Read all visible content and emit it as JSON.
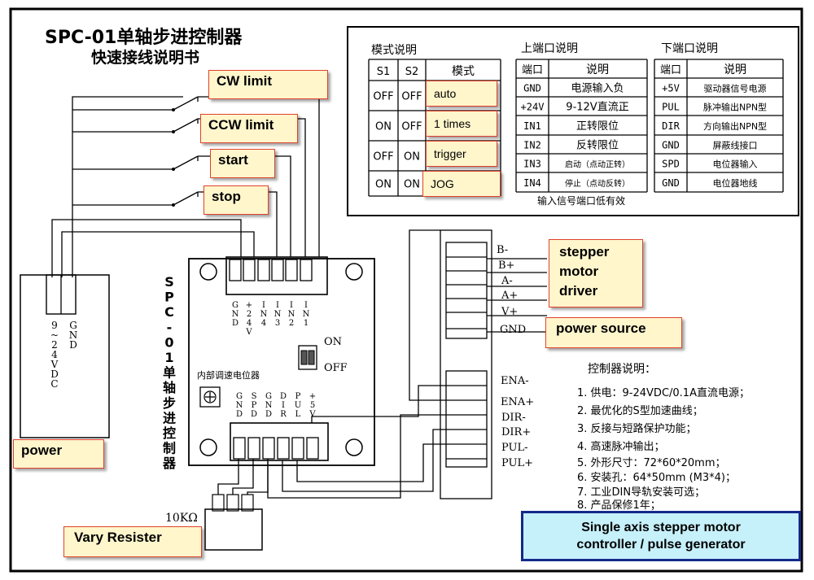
{
  "title": {
    "line1": "SPC-01单轴步进控制器",
    "line2": "快速接线说明书"
  },
  "mode_table": {
    "heading": "模式说明",
    "headers": [
      "S1",
      "S2",
      "模式"
    ],
    "rows": [
      [
        "OFF",
        "OFF"
      ],
      [
        "ON",
        "OFF"
      ],
      [
        "OFF",
        "ON"
      ],
      [
        "ON",
        "ON"
      ]
    ],
    "mode_labels": [
      "auto",
      "1 times",
      "trigger",
      "JOG"
    ]
  },
  "upper_port": {
    "heading": "上端口说明",
    "headers": [
      "端口",
      "说明"
    ],
    "rows": [
      [
        "GND",
        "电源输入负"
      ],
      [
        "+24V",
        "9-12V直流正"
      ],
      [
        "IN1",
        "正转限位"
      ],
      [
        "IN2",
        "反转限位"
      ],
      [
        "IN3",
        "启动（点动正转）"
      ],
      [
        "IN4",
        "停止（点动反转）"
      ]
    ],
    "note": "输入信号端口低有效"
  },
  "lower_port": {
    "heading": "下端口说明",
    "headers": [
      "端口",
      "说明"
    ],
    "rows": [
      [
        "+5V",
        "驱动器信号电源"
      ],
      [
        "PUL",
        "脉冲输出NPN型"
      ],
      [
        "DIR",
        "方向输出NPN型"
      ],
      [
        "GND",
        "屏蔽线接口"
      ],
      [
        "SPD",
        "电位器输入"
      ],
      [
        "GND",
        "电位器地线"
      ]
    ]
  },
  "callouts": {
    "cw_limit": "CW limit",
    "ccw_limit": "CCW limit",
    "start": "start",
    "stop": "stop",
    "power": "power",
    "stepper_driver": [
      "stepper",
      "motor",
      "driver"
    ],
    "power_source": "power source",
    "vary_resister": "Vary Resister"
  },
  "board": {
    "vertical_title": [
      "S",
      "P",
      "C",
      "-",
      "0",
      "1",
      "单",
      "轴",
      "步",
      "进",
      "控",
      "制",
      "器"
    ],
    "top_pins": [
      [
        "G",
        "N",
        "D"
      ],
      [
        "+",
        "2",
        "4",
        "V"
      ],
      [
        "I",
        "N",
        "4"
      ],
      [
        "I",
        "N",
        "3"
      ],
      [
        "I",
        "N",
        "2"
      ],
      [
        "I",
        "N",
        "1"
      ]
    ],
    "bottom_pins": [
      [
        "G",
        "N",
        "D"
      ],
      [
        "S",
        "P",
        "D"
      ],
      [
        "G",
        "N",
        "D"
      ],
      [
        "D",
        "I",
        "R"
      ],
      [
        "P",
        "U",
        "L"
      ],
      [
        "+",
        "5",
        "V"
      ]
    ],
    "switch_on": "ON",
    "switch_off": "OFF",
    "pot_label": "内部调速电位器"
  },
  "power_block": {
    "label_left": [
      "9",
      "~",
      "2",
      "4",
      "V",
      "D",
      "C"
    ],
    "label_right": [
      "G",
      "N",
      "D"
    ]
  },
  "resistor_label": "10KΩ",
  "driver_terminals": {
    "upper": [
      "B-",
      "B+",
      "A-",
      "A+",
      "V+",
      "GND"
    ],
    "lower": [
      "ENA-",
      "ENA+",
      "DIR-",
      "DIR+",
      "PUL-",
      "PUL+"
    ]
  },
  "controller_notes": {
    "heading": "控制器说明：",
    "items": [
      "1. 供电：9-24VDC/0.1A直流电源；",
      "2. 最优化的S型加速曲线；",
      "3. 反接与短路保护功能；",
      "4. 高速脉冲输出；",
      "5. 外形尺寸：72*60*20mm；",
      "6. 安装孔：64*50mm  (M3*4)；",
      "7. 工业DIN导轨安装可选；",
      "8. 产品保修1年；"
    ]
  },
  "summary_box": [
    "Single axis stepper motor",
    "controller / pulse generator"
  ],
  "colors": {
    "callout_border": "#e0402a",
    "callout_fill": "#fff6cc",
    "summary_fill": "#c6f0fa",
    "summary_border": "#142a8a"
  }
}
